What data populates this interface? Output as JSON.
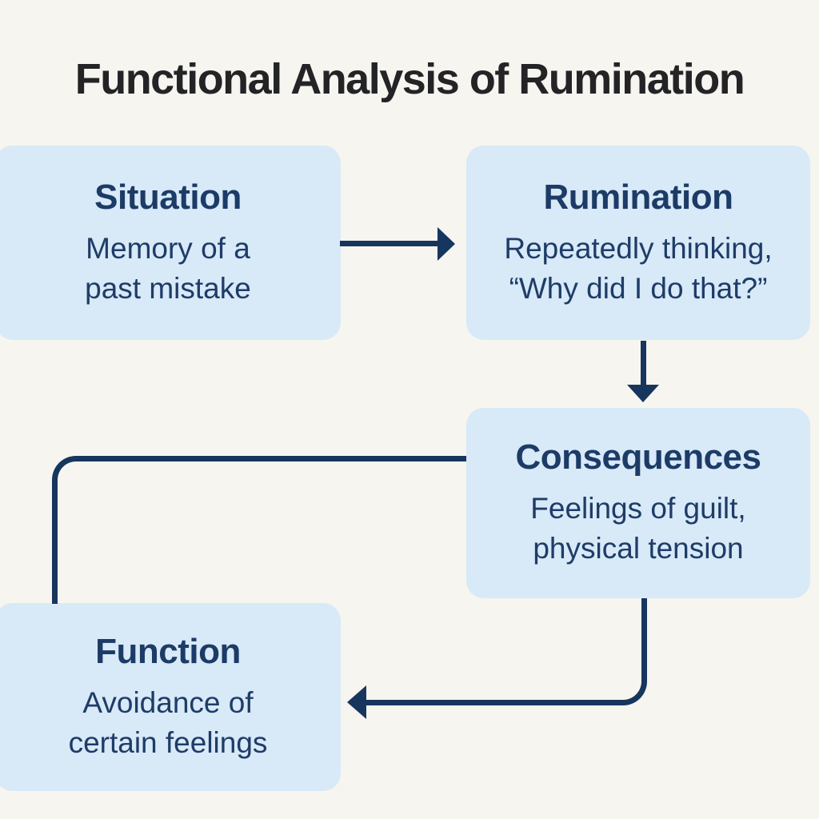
{
  "title": "Functional Analysis of Rumination",
  "colors": {
    "background": "#f7f5f0",
    "node_fill": "#d8e9f7",
    "heading_text": "#1c3b67",
    "body_text": "#1e3c68",
    "connector": "#17365e",
    "title_text": "#242427"
  },
  "nodes": {
    "situation": {
      "heading": "Situation",
      "lines": [
        "Memory of a",
        "past mistake"
      ]
    },
    "rumination": {
      "heading": "Rumination",
      "lines": [
        "Repeatedly thinking,",
        "“Why did I do that?”"
      ]
    },
    "consequences": {
      "heading": "Consequences",
      "lines": [
        "Feelings of guilt,",
        "physical tension"
      ]
    },
    "function": {
      "heading": "Function",
      "lines": [
        "Avoidance of",
        "certain feelings"
      ]
    }
  },
  "edges": [
    {
      "from": "Situation",
      "to": "Rumination",
      "style": "straight-right-arrow"
    },
    {
      "from": "Rumination",
      "to": "Consequences",
      "style": "straight-down-arrow"
    },
    {
      "from": "Consequences",
      "to": "Function",
      "style": "elbow-left-then-down-line"
    },
    {
      "from": "Consequences",
      "to": "Function",
      "style": "elbow-down-then-left-arrow"
    }
  ]
}
